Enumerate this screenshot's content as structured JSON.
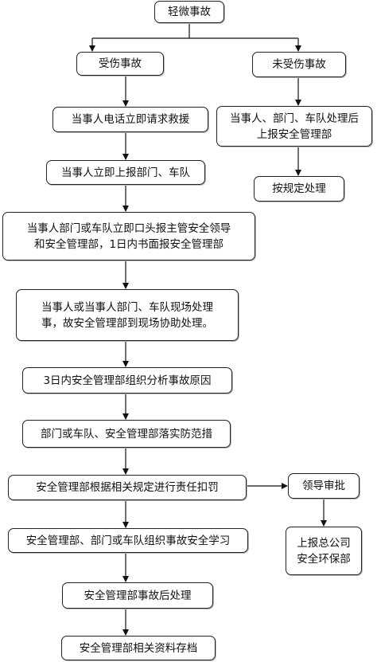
{
  "flowchart": {
    "top": "轻微事故",
    "injured": "受伤事故",
    "uninjured": "未受伤事故",
    "call_rescue": "当事人电话立即请求救援",
    "report_dept": "当事人立即上报部门、车队",
    "oral_report_l1": "当事人部门或车队立即口头报主管安全领导",
    "oral_report_l2": "和安全管理部，1日内书面报安全管理部",
    "onsite_l1": "当事人或当事人部门、车队现场处理",
    "onsite_l2": "事，故安全管理部到现场协助处理。",
    "analyze": "3日内安全管理部组织分析事故原因",
    "prevent": "部门或车队、安全管理部落实防范措",
    "penalty": "安全管理部根据相关规定进行责任扣罚",
    "study": "安全管理部、部门或车队组织事故安全学习",
    "aftermath": "安全管理部事故后处理",
    "archive": "安全管理部相关资料存档",
    "right_report_l1": "当事人、部门、车队处理后",
    "right_report_l2": "上报安全管理部",
    "by_rules": "按规定处理",
    "leader_approve": "领导审批",
    "hq_l1": "上报总公司",
    "hq_l2": "安全环保部"
  }
}
